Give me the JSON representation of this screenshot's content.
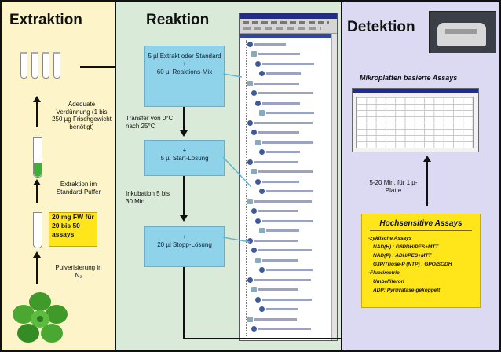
{
  "panels": {
    "extraction": {
      "title": "Extraktion",
      "step_dilution": "Adequate Verdünnung (1 bis 250 µg Frischgewicht benötigt)",
      "step_buffer": "Extraktion im Standard-Puffer",
      "highlight": "20 mg FW für 20 bis 50 assays",
      "step_powder": "Pulverisierung in N₂"
    },
    "reaction": {
      "title": "Reaktion",
      "box1_line1": "5 µl Extrakt oder Standard",
      "box1_plus": "+",
      "box1_line2": "60 µl Reaktions-Mix",
      "transfer": "Transfer von 0°C nach 25°C",
      "box2_plus": "+",
      "box2_line": "5 µl Start-Lösung",
      "incubation": "Inkubation 5 bis 30 Min.",
      "box3_plus": "+",
      "box3_line": "20 µl Stopp-Lösung"
    },
    "detection": {
      "title": "Detektion",
      "plate_caption": "Mikroplatten basierte Assays",
      "throughput": "5-20 Min. für 1 µ-Platte",
      "assays_title": "Hochsensitive Assays",
      "assays": [
        "-zyklische Assays",
        "NAD(H) : G6PDH/PES+MTT",
        "NAD(P) : ADH/PES+MTT",
        "G3P/Triose-P (NTP) : GPO/SODH",
        "-Fluorimetrie",
        "Umbelliferon",
        "ADP: Pyruvatase-gekoppelt"
      ]
    }
  },
  "colors": {
    "extraction_bg": "#fdf5c9",
    "reaction_bg": "#d9ead8",
    "detection_bg": "#dcd9f2",
    "step_box": "#8fd3ea",
    "highlight": "#ffe61a",
    "software_title": "#1f2b8f"
  },
  "icons": [
    "test-tube-icon",
    "plant-rosette-icon",
    "plate-reader-photo",
    "software-window-screenshot",
    "microplate-grid-screenshot"
  ]
}
